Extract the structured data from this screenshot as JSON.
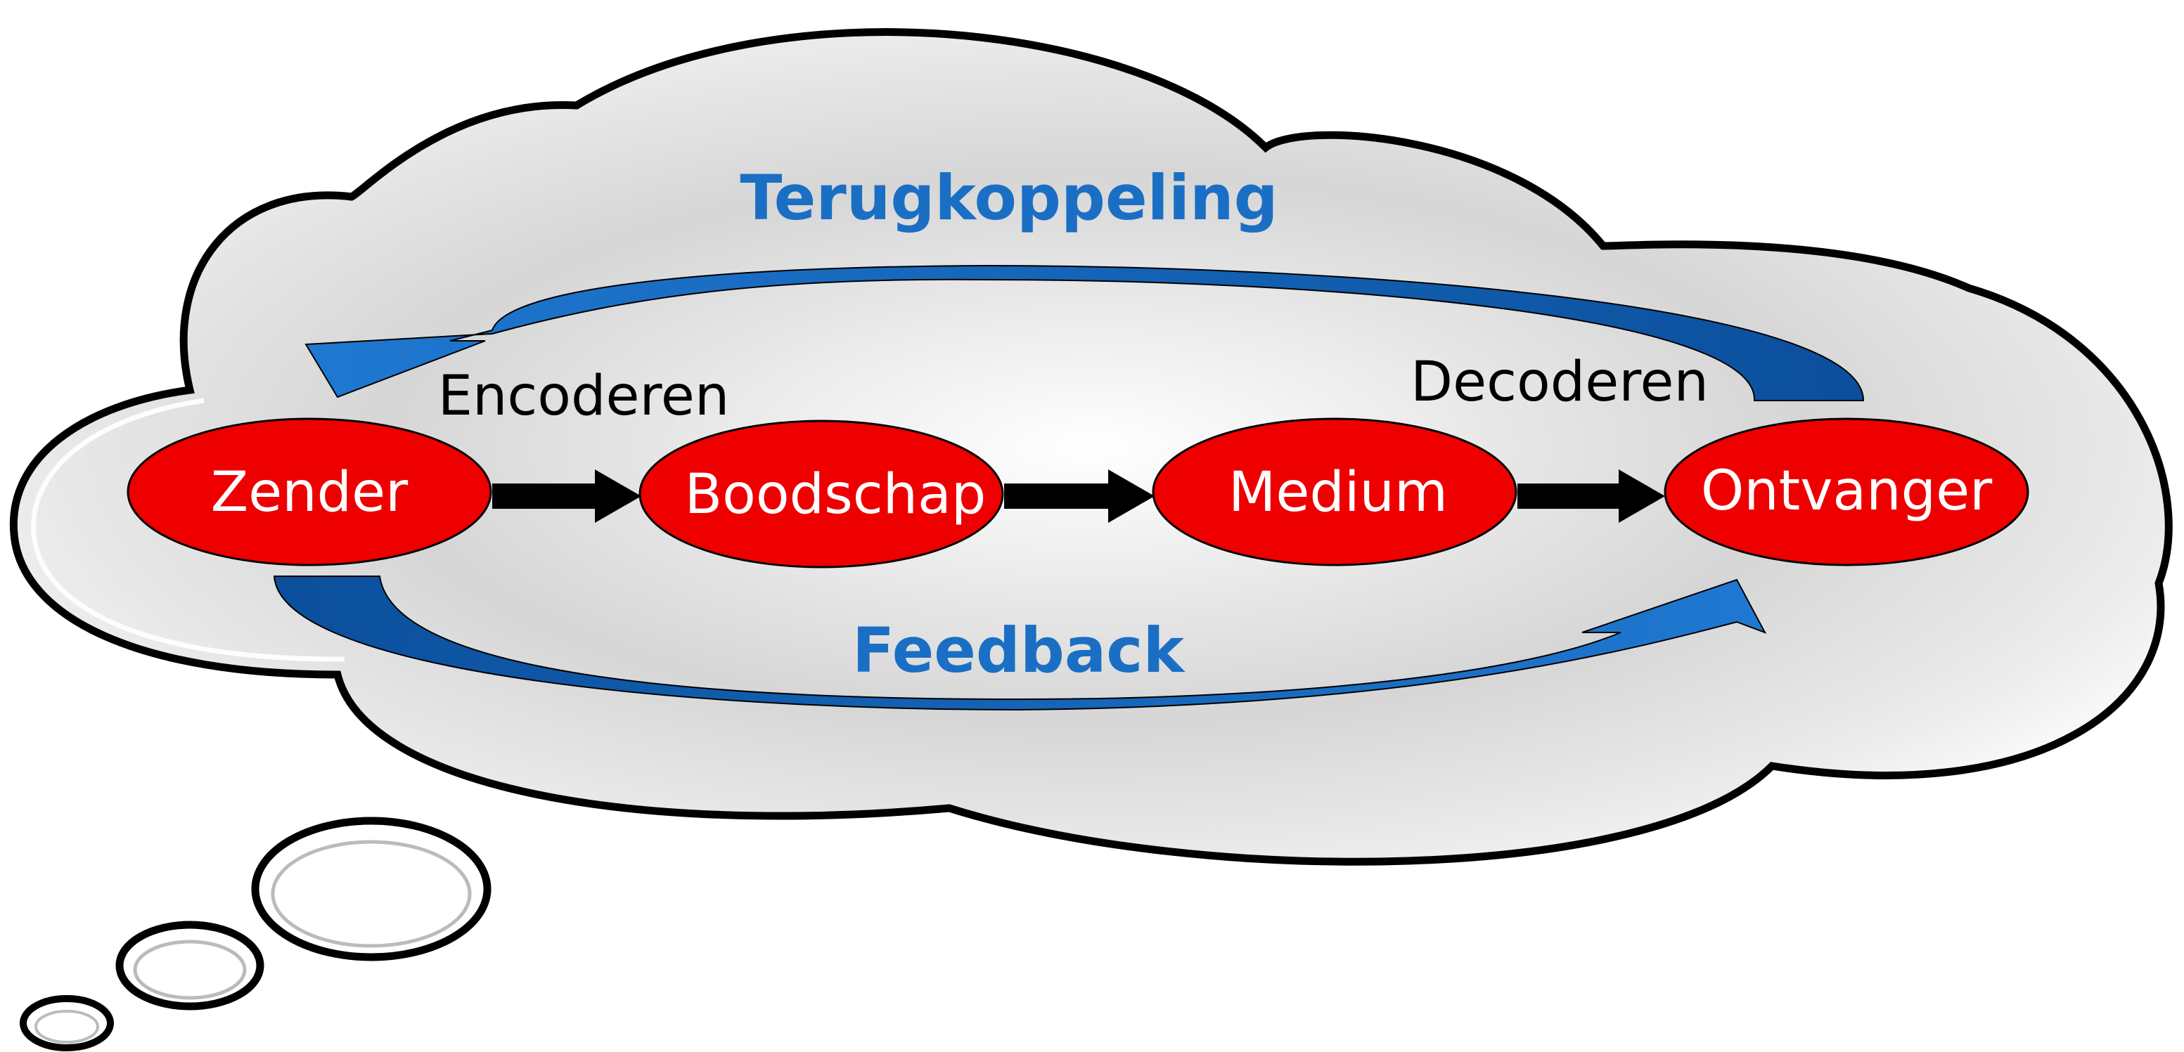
{
  "diagram": {
    "colors": {
      "node_fill": "#ee0000",
      "node_text": "#ffffff",
      "loop_arrow": "#1565c0",
      "loop_text": "#1a6fc4",
      "flow_arrow": "#000000",
      "cloud_fill": "#dcdcdc",
      "cloud_outline": "#000000"
    },
    "nodes": [
      {
        "id": "zender",
        "label": "Zender"
      },
      {
        "id": "boodschap",
        "label": "Boodschap"
      },
      {
        "id": "medium",
        "label": "Medium"
      },
      {
        "id": "ontvanger",
        "label": "Ontvanger"
      }
    ],
    "step_labels": {
      "encode": "Encoderen",
      "decode": "Decoderen"
    },
    "loop_labels": {
      "top": "Terugkoppeling",
      "bottom": "Feedback"
    },
    "icons": {
      "background": "thought-cloud-icon"
    }
  }
}
